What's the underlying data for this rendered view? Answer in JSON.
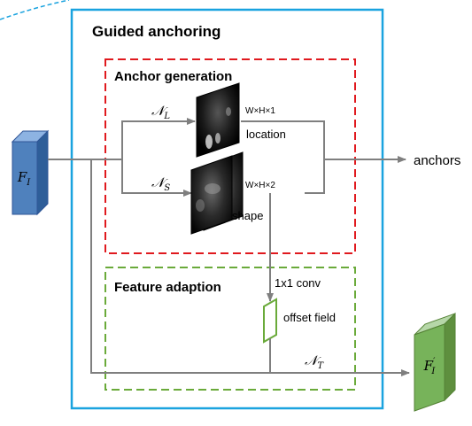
{
  "outer_box": {
    "title": "Guided anchoring",
    "color": "#1aa3df"
  },
  "anchor_generation": {
    "title": "Anchor generation",
    "color": "#e0191e"
  },
  "feature_adaption": {
    "title": "Feature adaption",
    "color": "#6aaa3a"
  },
  "branches": {
    "location": {
      "op": "N",
      "op_sub": "L",
      "dims": "W×H×1",
      "label": "location"
    },
    "shape": {
      "op": "N",
      "op_sub": "S",
      "dims": "W×H×2",
      "label": "shape"
    }
  },
  "conv_label": "1x1 conv",
  "offset_label": "offset field",
  "transform": {
    "op": "N",
    "op_sub": "T"
  },
  "input_feature": {
    "name": "F",
    "sub": "I",
    "color": "#4f81bd"
  },
  "output_feature": {
    "name": "F",
    "sub": "I",
    "prime": "′",
    "color": "#77b35a"
  },
  "output_label": "anchors",
  "colors": {
    "arrow": "#7f7f7f",
    "text": "#000000"
  }
}
